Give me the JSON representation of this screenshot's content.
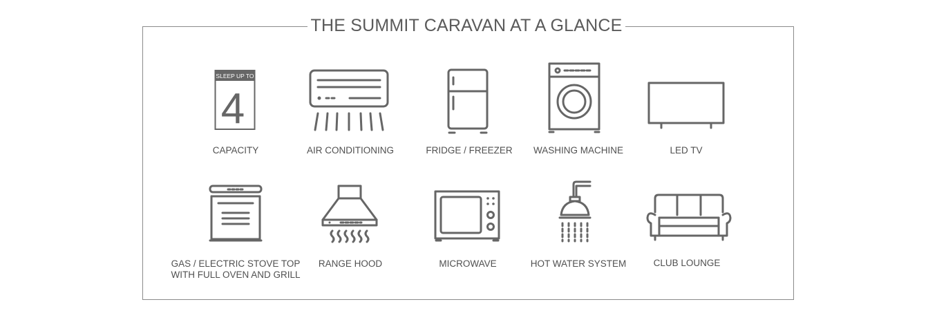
{
  "title": "THE SUMMIT CARAVAN AT A GLANCE",
  "capacity_badge": {
    "header": "SLEEP UP TO",
    "number": "4"
  },
  "features": [
    {
      "label": "CAPACITY",
      "icon": "calendar-sleep-icon"
    },
    {
      "label": "AIR CONDITIONING",
      "icon": "air-conditioner-icon"
    },
    {
      "label": "FRIDGE / FREEZER",
      "icon": "fridge-icon"
    },
    {
      "label": "WASHING MACHINE",
      "icon": "washing-machine-icon"
    },
    {
      "label": "LED TV",
      "icon": "tv-icon"
    },
    {
      "label_line1": "GAS / ELECTRIC STOVE TOP",
      "label_line2": "WITH FULL OVEN AND GRILL",
      "icon": "stove-oven-icon"
    },
    {
      "label": "RANGE HOOD",
      "icon": "range-hood-icon"
    },
    {
      "label": "MICROWAVE",
      "icon": "microwave-icon"
    },
    {
      "label": "HOT WATER SYSTEM",
      "icon": "shower-icon"
    },
    {
      "label": "CLUB LOUNGE",
      "icon": "sofa-icon"
    }
  ],
  "colors": {
    "icon": "#666666",
    "text": "#505050",
    "border": "#8a8a8a"
  }
}
